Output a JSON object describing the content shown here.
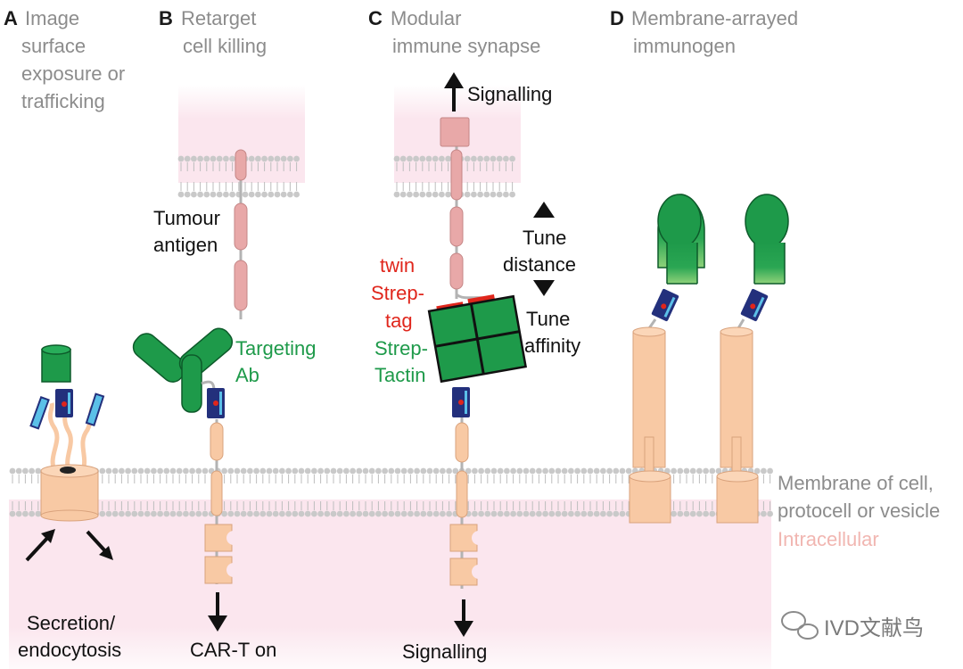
{
  "panels": {
    "a": {
      "letter": "A",
      "title": [
        "Image",
        "surface",
        "exposure or",
        "trafficking"
      ]
    },
    "b": {
      "letter": "B",
      "title": [
        "Retarget",
        "cell killing"
      ]
    },
    "c": {
      "letter": "C",
      "title": [
        "Modular",
        "immune synapse"
      ]
    },
    "d": {
      "letter": "D",
      "title": [
        "Membrane-arrayed",
        "immunogen"
      ]
    }
  },
  "labels": {
    "signalling_top": "Signalling",
    "tumour_antigen": [
      "Tumour",
      "antigen"
    ],
    "targeting_ab": [
      "Targeting",
      "Ab"
    ],
    "twin_strep_tag": [
      "twin",
      "Strep-",
      "tag"
    ],
    "strep_tactin": [
      "Strep-",
      "Tactin"
    ],
    "tune_distance": [
      "Tune",
      "distance"
    ],
    "tune_affinity": [
      "Tune",
      "affinity"
    ],
    "membrane": [
      "Membrane of cell,",
      "protocell or vesicle"
    ],
    "intracellular": "Intracellular",
    "secretion": [
      "Secretion/",
      "endocytosis"
    ],
    "cart_on": "CAR-T on",
    "signalling_bottom": "Signalling"
  },
  "watermark": "IVD文献鸟",
  "colors": {
    "pink_region": "#fbe6ee",
    "lipid_head": "#c9c9c9",
    "peach": "#f8c9a4",
    "pink_domain": "#e8a8a8",
    "green": "#1e9a4a",
    "navy": "#23307c",
    "cyan": "#5bc0e8",
    "red_tag": "#e0261c"
  }
}
